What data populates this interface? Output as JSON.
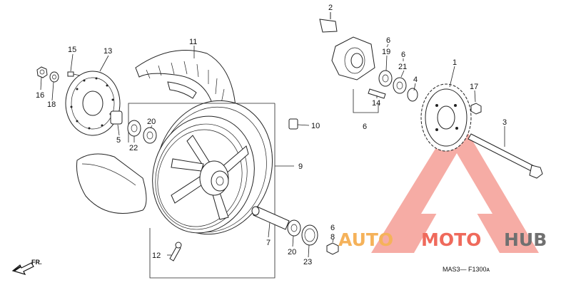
{
  "diagram": {
    "code": "MAS3— F1300ᴀ",
    "direction": "FR."
  },
  "labels": [
    {
      "id": "1",
      "text": "1"
    },
    {
      "id": "2",
      "text": "2"
    },
    {
      "id": "3",
      "text": "3"
    },
    {
      "id": "4",
      "text": "4"
    },
    {
      "id": "5",
      "text": "5"
    },
    {
      "id": "6a",
      "text": "6"
    },
    {
      "id": "6b",
      "text": "6"
    },
    {
      "id": "6c",
      "text": "6"
    },
    {
      "id": "6d",
      "text": "6"
    },
    {
      "id": "7",
      "text": "7"
    },
    {
      "id": "8",
      "text": "8"
    },
    {
      "id": "9",
      "text": "9"
    },
    {
      "id": "10",
      "text": "10"
    },
    {
      "id": "11",
      "text": "11"
    },
    {
      "id": "12",
      "text": "12"
    },
    {
      "id": "13",
      "text": "13"
    },
    {
      "id": "14",
      "text": "14"
    },
    {
      "id": "15",
      "text": "15"
    },
    {
      "id": "16",
      "text": "16"
    },
    {
      "id": "17",
      "text": "17"
    },
    {
      "id": "18",
      "text": "18"
    },
    {
      "id": "19",
      "text": "19"
    },
    {
      "id": "20a",
      "text": "20"
    },
    {
      "id": "20b",
      "text": "20"
    },
    {
      "id": "21",
      "text": "21"
    },
    {
      "id": "22",
      "text": "22"
    },
    {
      "id": "23",
      "text": "23"
    }
  ],
  "watermark": {
    "part1": "AUTO",
    "part2": "MOTO",
    "part3": "HUB",
    "color1": "#f5b25a",
    "color2": "#ef6a5c",
    "color3": "#707070"
  }
}
